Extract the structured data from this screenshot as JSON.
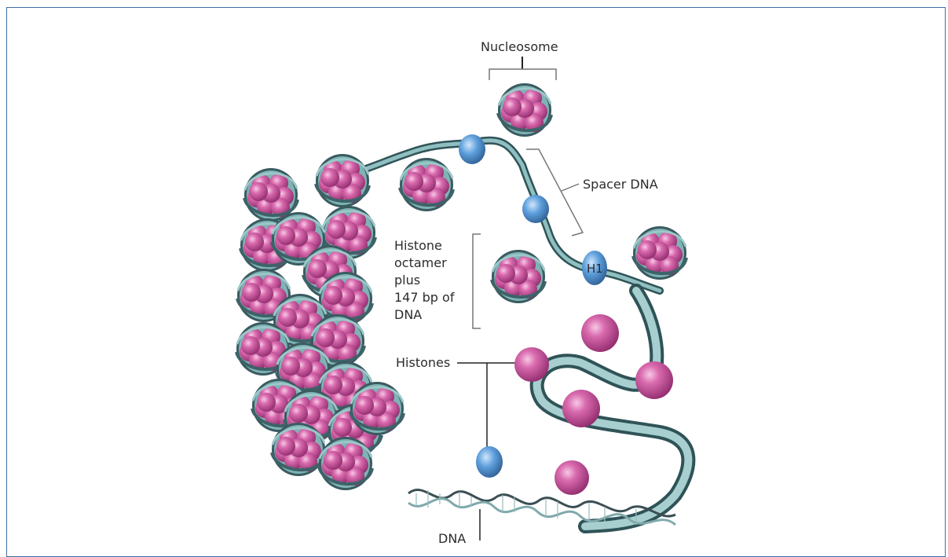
{
  "labels": {
    "nucleosome": "Nucleosome",
    "spacer_dna": "Spacer DNA",
    "histone_octamer": [
      "Histone",
      "octamer",
      "plus",
      "147 bp of",
      "DNA"
    ],
    "h1": "H1",
    "histones": "Histones",
    "dna": "DNA"
  },
  "colors": {
    "frame_border": "#3f6fa8",
    "histone_fill": "#c94f99",
    "histone_highlight": "#f3b8dc",
    "dna_ribbon": "#6fa5a8",
    "dna_ribbon_dark": "#3d5f66",
    "h1_fill": "#5b9bd5",
    "text": "#2c2c2c"
  }
}
